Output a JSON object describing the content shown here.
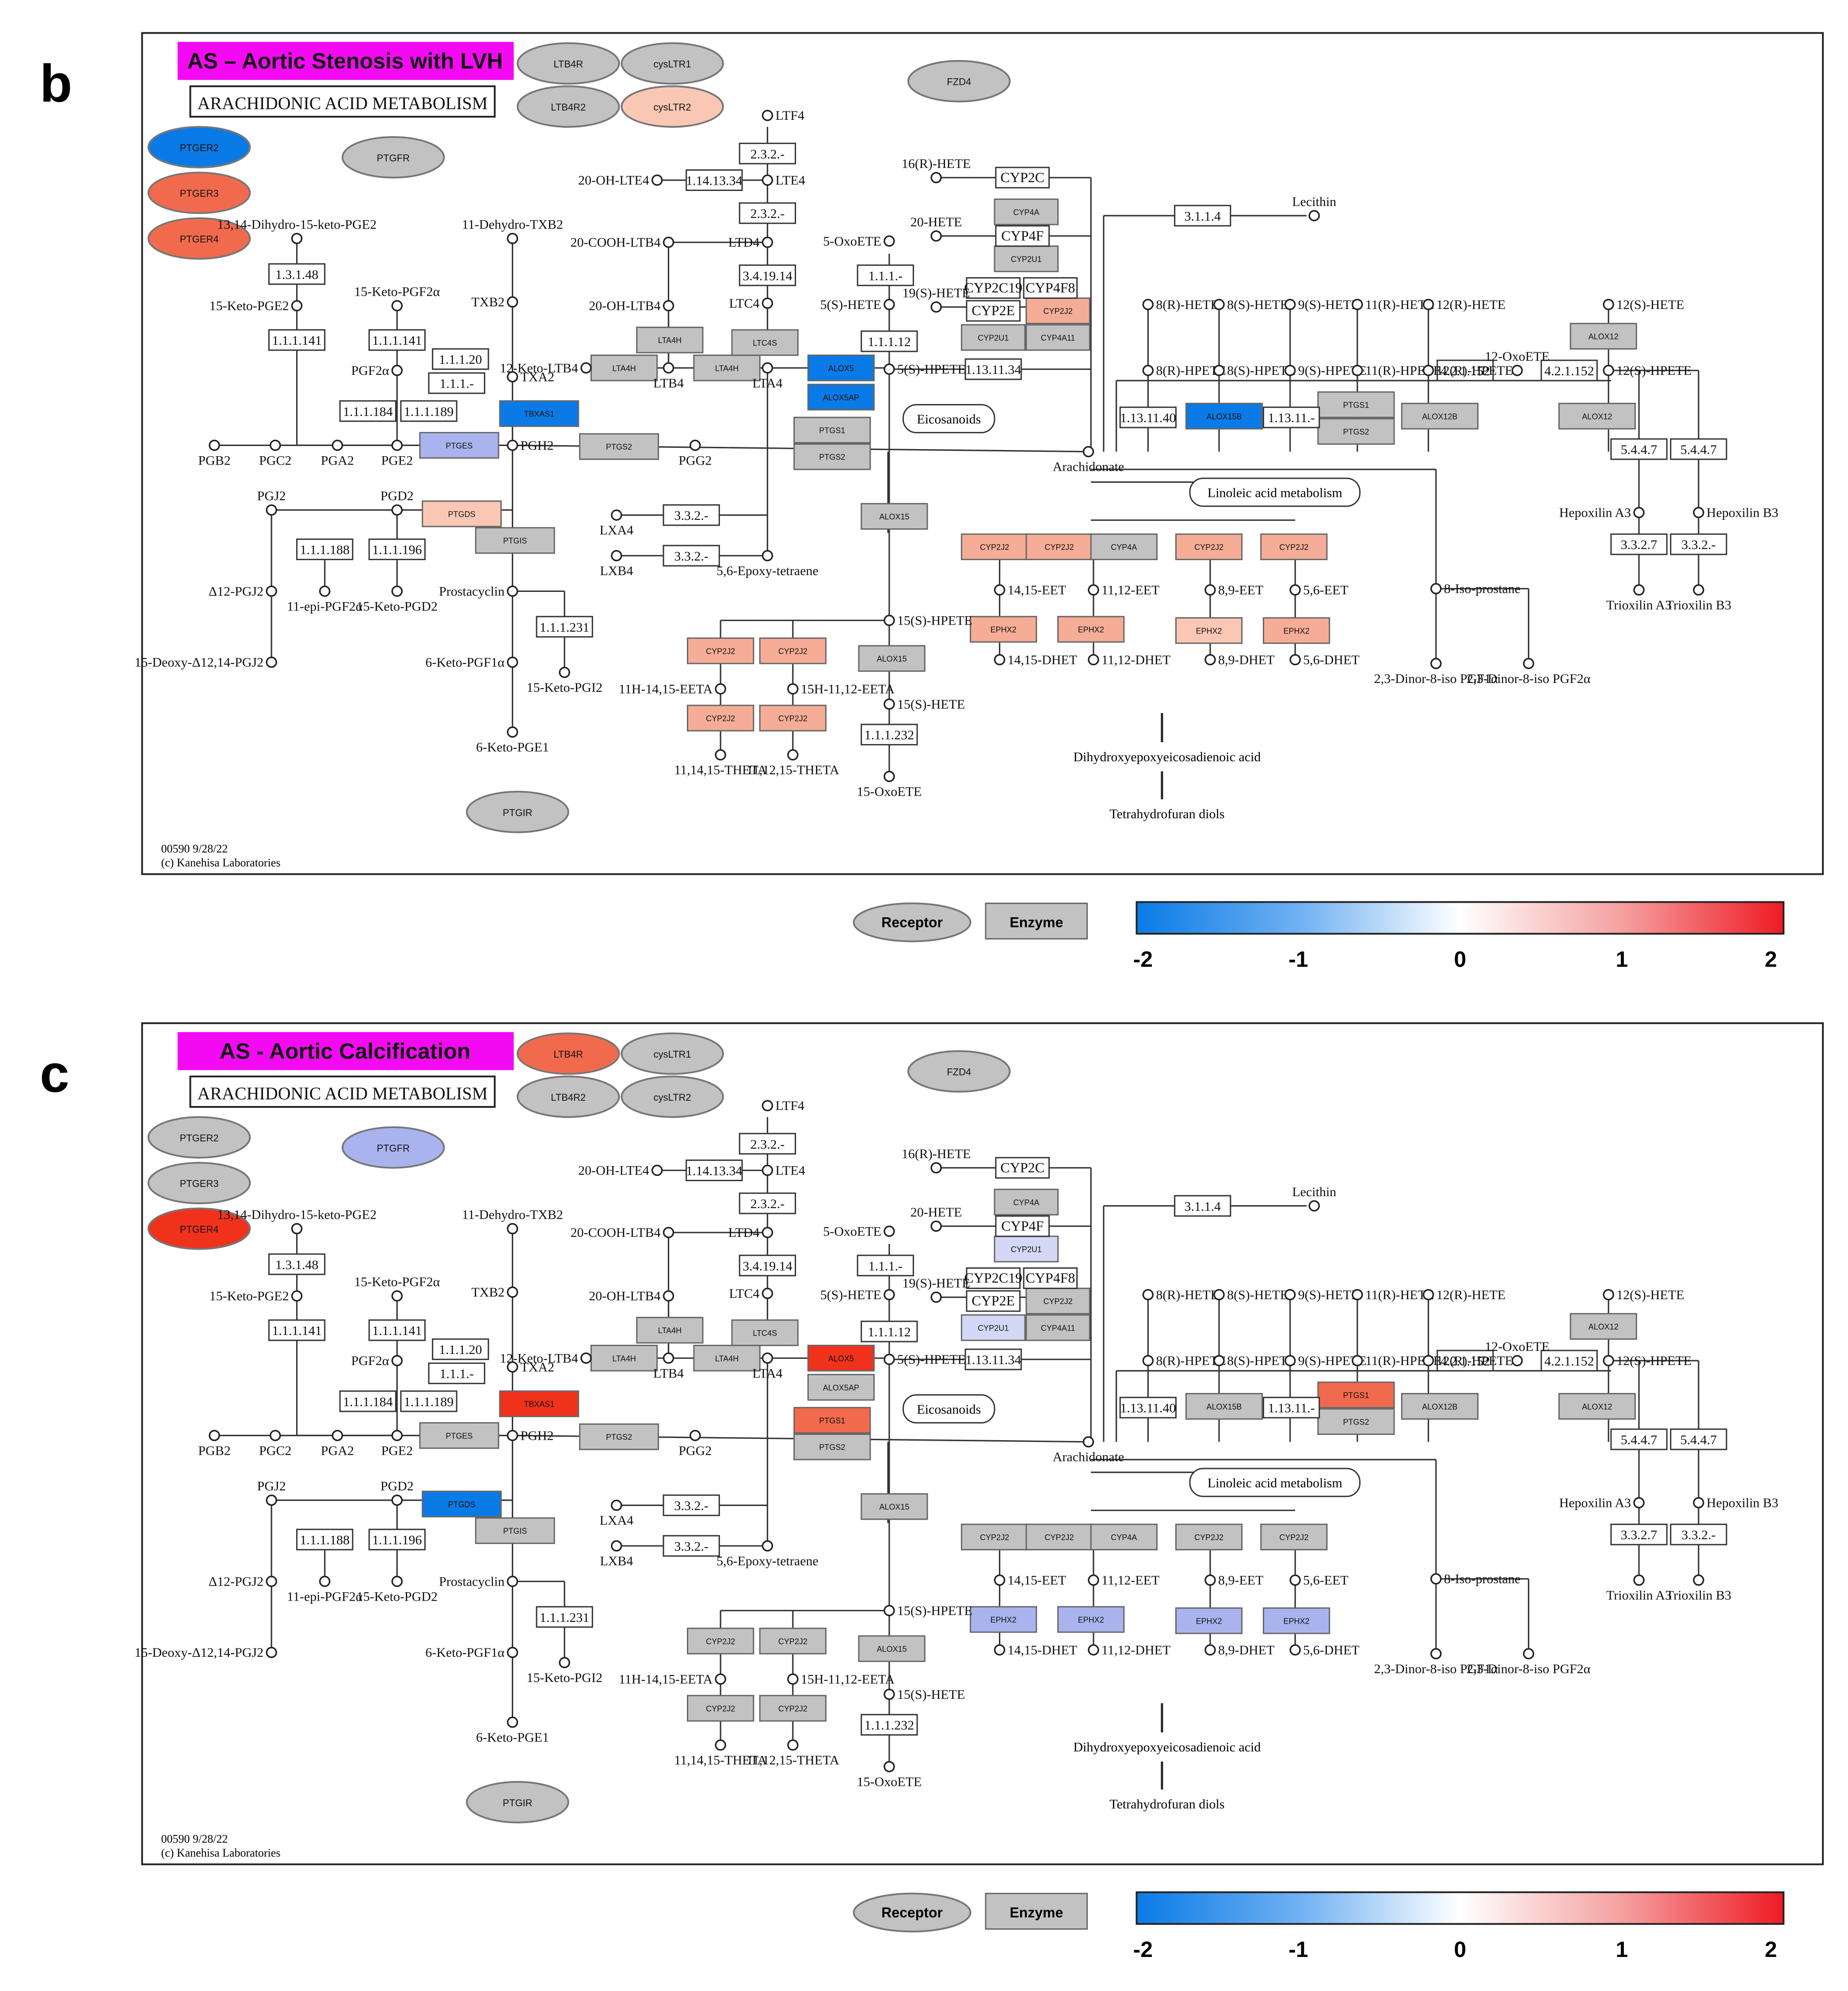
{
  "palette": {
    "grey": "#c2c2c2",
    "blue_strong": "#0a7be6",
    "blue_light": "#a9b4ee",
    "blue_pale": "#d4d8f6",
    "red_strong": "#f0321d",
    "red_mid": "#f26a4e",
    "red_light": "#f6ad98",
    "salmon": "#fbc7b5",
    "magenta": "#f30af3",
    "black": "#111111"
  },
  "common": {
    "node_labels": [
      "LTF4",
      "2.3.2.-",
      "LTE4",
      "20-OH-LTE4",
      "1.14.13.34",
      "2.3.2.-",
      "LTD4",
      "20-COOH-LTB4",
      "3.4.19.14",
      "LTC4",
      "20-OH-LTB4",
      "12-Keto-LTB4",
      "LTB4",
      "LTA4",
      "5(S)-HPETE",
      "5(S)-HETE",
      "1.1.1.-",
      "5-OxoETE",
      "16(R)-HETE",
      "20-HETE",
      "19(S)-HETE",
      "1.13.11.34",
      "Eicosanoids",
      "Arachidonate",
      "Lecithin",
      "3.1.1.4",
      "Linoleic acid metabolism",
      "8(R)-HETE",
      "8(S)-HETE",
      "9(S)-HETE",
      "11(R)-HETE",
      "12(R)-HETE",
      "12(S)-HETE",
      "8(R)-HPETE",
      "8(S)-HPETE",
      "9(S)-HPETE",
      "11(R)-HPETE",
      "12(R)-HPETE",
      "12-OxoETE",
      "4.2.1.152",
      "12(S)-HPETE",
      "1.13.11.40",
      "1.13.11.-",
      "5.4.4.7",
      "Hepoxilin A3",
      "Hepoxilin B3",
      "3.3.2.7",
      "3.3.2.-",
      "Trioxilin A3",
      "Trioxilin B3",
      "8-Iso-prostane",
      "2,3-Dinor-8-iso PGF1α",
      "2,3-Dinor-8-iso PGF2α",
      "14,15-EET",
      "11,12-EET",
      "8,9-EET",
      "5,6-EET",
      "14,15-DHET",
      "11,12-DHET",
      "8,9-DHET",
      "5,6-DHET",
      "Dihydroxyepoxyeicosadienoic acid",
      "Tetrahydrofuran diols",
      "13,14-Dihydro-15-keto-PGE2",
      "15-Keto-PGE2",
      "1.3.1.48",
      "1.1.1.141",
      "11-Dehydro-TXB2",
      "TXB2",
      "TXA2",
      "15-Keto-PGF2α",
      "PGF2α",
      "1.1.1.184",
      "1.1.1.189",
      "1.1.1.20",
      "PGB2",
      "PGC2",
      "PGA2",
      "PGE2",
      "PGH2",
      "PGG2",
      "PGJ2",
      "PGD2",
      "1.1.1.188",
      "1.1.1.196",
      "Δ12-PGJ2",
      "11-epi-PGF2α",
      "15-Keto-PGD2",
      "15-Deoxy-Δ12,14-PGJ2",
      "Prostacyclin",
      "1.1.1.231",
      "6-Keto-PGF1α",
      "15-Keto-PGI2",
      "6-Keto-PGE1",
      "LXA4",
      "LXB4",
      "5,6-Epoxy-tetraene",
      "15(S)-HPETE",
      "11H-14,15-EETA",
      "15H-11,12-EETA",
      "15(S)-HETE",
      "1.1.1.232",
      "11,14,15-THETA",
      "11,12,15-THETA",
      "15-OxoETE"
    ],
    "footer_line1": "00590 9/28/22",
    "footer_line2": "(c) Kanehisa Laboratories",
    "legend_receptor": "Receptor",
    "legend_enzyme": "Enzyme",
    "colorbar_ticks": [
      "-2",
      "-1",
      "0",
      "1",
      "2"
    ]
  },
  "panels": [
    {
      "letter": "b",
      "title": "AS – Aortic Stenosis with LVH",
      "subtitle": "ARACHIDONIC ACID METABOLISM",
      "receptors": {
        "LTB4R": "grey",
        "CysLTR1": "grey",
        "LTB4R2": "grey",
        "CysLTR2": "salmon",
        "FZD4": "grey",
        "PTGER2": "blue_strong",
        "PTGER3": "red_mid",
        "PTGER4": "red_mid",
        "PTGFR": "grey",
        "PTGIR": "grey"
      },
      "enzymes": {
        "TBXAS1": "blue_strong",
        "PTGES": "blue_light",
        "PTGDS": "salmon",
        "PTGIS": "grey",
        "PTGS2_a": "grey",
        "LTA4H_a": "grey",
        "LTA4H_b": "grey",
        "LTA4H_c": "grey",
        "LTC4S": "grey",
        "ALOX5": "blue_strong",
        "ALOX5AP": "blue_strong",
        "PTGS1_a": "grey",
        "PTGS2_b": "grey",
        "ALOX15_a": "grey",
        "ALOX15_b": "grey",
        "CYP4A_a": "grey",
        "CYP2U1_a": "grey",
        "CYP2J2_a": "red_light",
        "CYP2U1_b": "grey",
        "CYP4A11": "grey",
        "ALOX15B": "blue_strong",
        "PTGS1_b": "grey",
        "PTGS2_c": "grey",
        "ALOX12B": "grey",
        "ALOX12_a": "grey",
        "ALOX12_b": "grey",
        "CYP2J2_b": "red_light",
        "CYP2J2_c": "red_light",
        "CYP4A_b": "grey",
        "CYP2J2_d": "red_light",
        "CYP2J2_e": "red_light",
        "EPHX2_a": "red_light",
        "EPHX2_b": "red_light",
        "EPHX2_c": "salmon",
        "EPHX2_d": "red_light",
        "CYP2J2_f": "red_light",
        "CYP2J2_g": "red_light",
        "CYP2J2_h": "red_light",
        "CYP2J2_i": "red_light"
      },
      "boxed": {
        "CYP2C": "white",
        "CYP4F": "white",
        "CYP2C19": "white",
        "CYP4F8": "white",
        "CYP2E": "white"
      }
    },
    {
      "letter": "c",
      "title": "AS - Aortic Calcification",
      "subtitle": "ARACHIDONIC ACID METABOLISM",
      "receptors": {
        "LTB4R": "red_mid",
        "CysLTR1": "grey",
        "LTB4R2": "grey",
        "CysLTR2": "grey",
        "FZD4": "grey",
        "PTGER2": "grey",
        "PTGER3": "grey",
        "PTGER4": "red_strong",
        "PTGFR": "blue_light",
        "PTGIR": "grey"
      },
      "enzymes": {
        "TBXAS1": "red_strong",
        "PTGES": "grey",
        "PTGDS": "blue_strong",
        "PTGIS": "grey",
        "PTGS2_a": "grey",
        "LTA4H_a": "grey",
        "LTA4H_b": "grey",
        "LTA4H_c": "grey",
        "LTC4S": "grey",
        "ALOX5": "red_strong",
        "ALOX5AP": "grey",
        "PTGS1_a": "red_mid",
        "PTGS2_b": "grey",
        "ALOX15_a": "grey",
        "ALOX15_b": "grey",
        "CYP4A_a": "grey",
        "CYP2U1_a": "blue_pale",
        "CYP2J2_a": "grey",
        "CYP2U1_b": "blue_pale",
        "CYP4A11": "grey",
        "ALOX15B": "grey",
        "PTGS1_b": "red_mid",
        "PTGS2_c": "grey",
        "ALOX12B": "grey",
        "ALOX12_a": "grey",
        "ALOX12_b": "grey",
        "CYP2J2_b": "grey",
        "CYP2J2_c": "grey",
        "CYP4A_b": "grey",
        "CYP2J2_d": "grey",
        "CYP2J2_e": "grey",
        "EPHX2_a": "blue_light",
        "EPHX2_b": "blue_light",
        "EPHX2_c": "blue_light",
        "EPHX2_d": "blue_light",
        "CYP2J2_f": "grey",
        "CYP2J2_g": "grey",
        "CYP2J2_h": "grey",
        "CYP2J2_i": "grey"
      },
      "boxed": {
        "CYP2C": "white",
        "CYP4F": "white",
        "CYP2C19": "white",
        "CYP4F8": "white",
        "CYP2E": "white"
      }
    }
  ]
}
